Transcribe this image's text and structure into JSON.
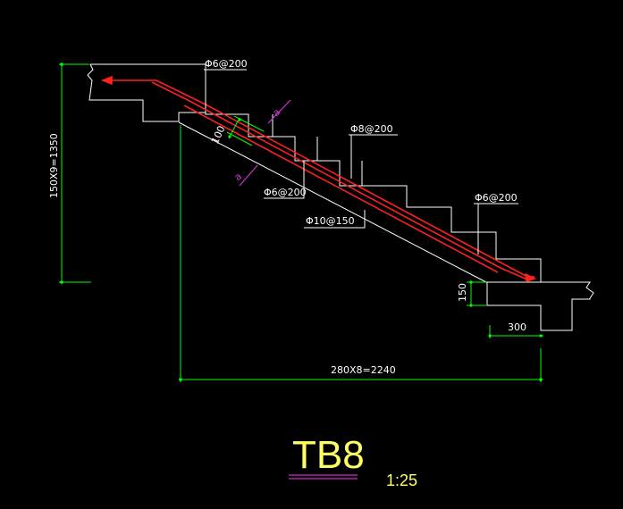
{
  "drawing": {
    "title": "TB8",
    "scale": "1:25",
    "colors": {
      "background": "#000000",
      "outline": "#ffffff",
      "rebar": "#ff2020",
      "dimension": "#00ff00",
      "title": "#ffff66",
      "underline": "#ff33ff",
      "section_mark": "#cc33cc"
    },
    "rebar_labels": {
      "top_left": "Φ6@200",
      "top_mid": "Φ8@200",
      "right": "Φ6@200",
      "dist": "Φ6@200",
      "main": "Φ10@150"
    },
    "dimensions": {
      "vertical_total": "150X9=1350",
      "horizontal_total": "280X8=2240",
      "thickness": "100",
      "landing_height": "150",
      "landing_width": "300"
    },
    "section_marks": [
      "a",
      "a"
    ]
  }
}
